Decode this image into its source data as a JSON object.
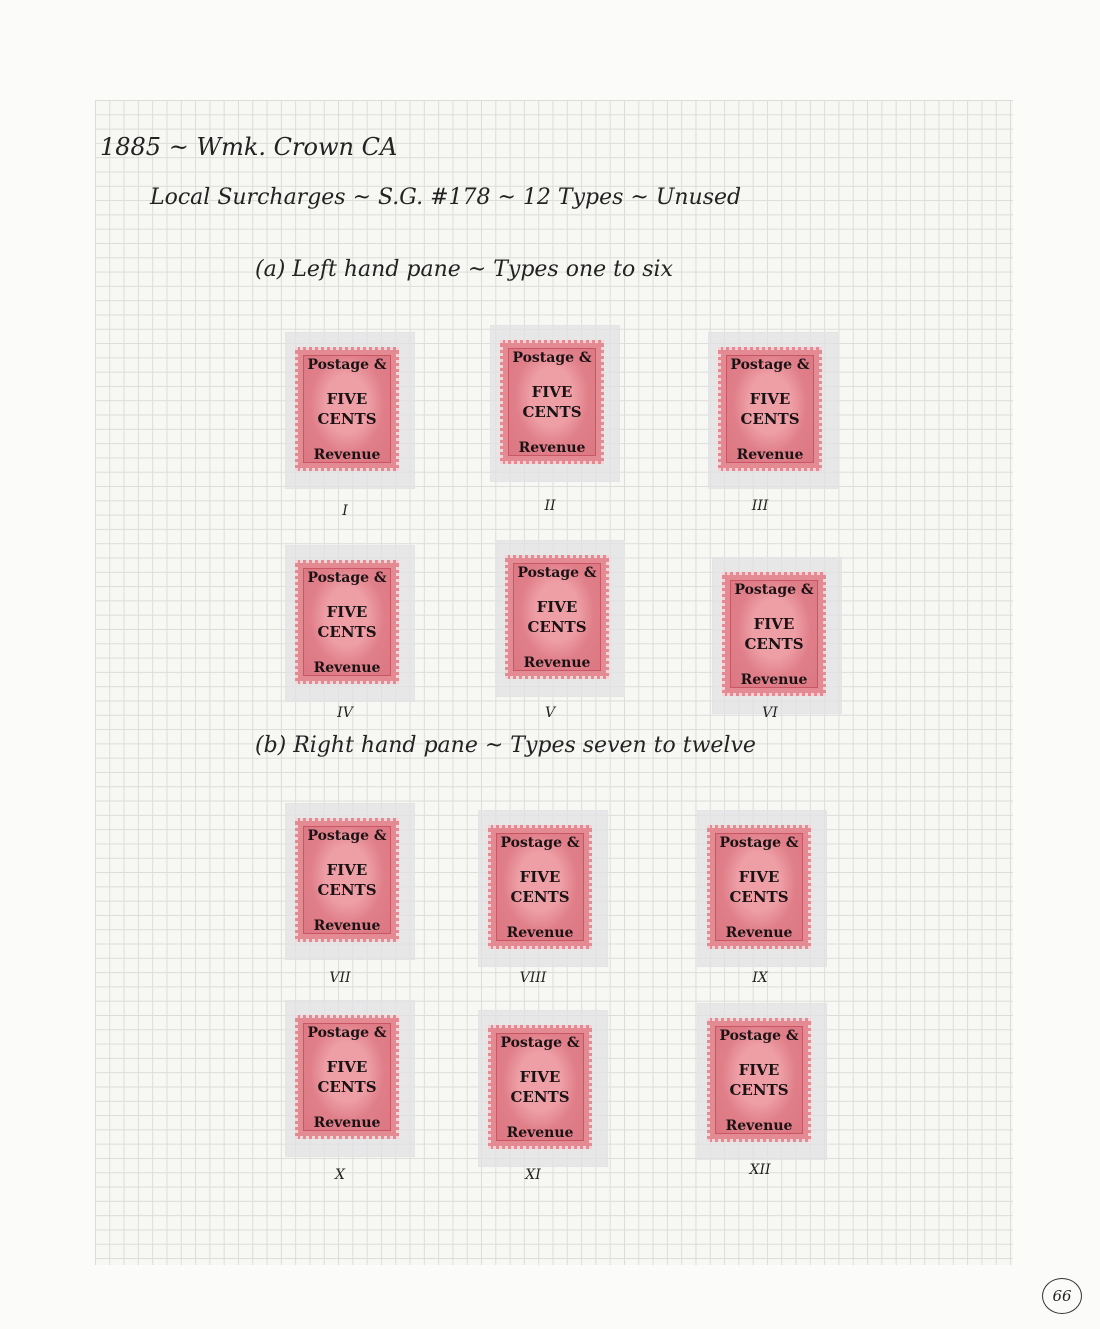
{
  "headings": {
    "title": "1885 ~ Wmk. Crown CA",
    "subtitle": "Local Surcharges ~ S.G. #178 ~ 12 Types ~ Unused",
    "section_a": "(a) Left hand pane ~ Types one to six",
    "section_b": "(b) Right hand pane ~ Types seven to twelve"
  },
  "overprint": {
    "line1": "Postage &",
    "line2": "FIVE",
    "line3": "CENTS",
    "line4": "Revenue"
  },
  "stamps": [
    {
      "label": "I"
    },
    {
      "label": "II"
    },
    {
      "label": "III"
    },
    {
      "label": "IV"
    },
    {
      "label": "V"
    },
    {
      "label": "VI"
    },
    {
      "label": "VII"
    },
    {
      "label": "VIII"
    },
    {
      "label": "IX"
    },
    {
      "label": "X"
    },
    {
      "label": "XI"
    },
    {
      "label": "XII"
    }
  ],
  "page_number": "66",
  "colors": {
    "stamp": "#e48a93",
    "grid": "#dcdcd8"
  }
}
